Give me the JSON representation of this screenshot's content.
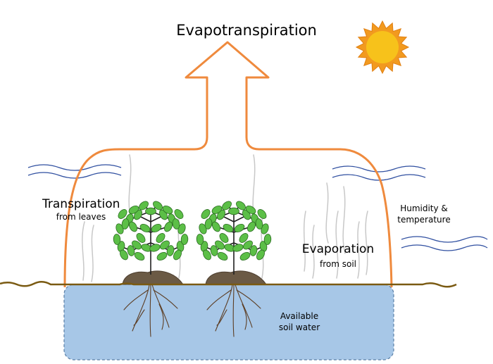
{
  "title": "Evapotranspiration",
  "transpiration": {
    "label": "Transpiration",
    "sublabel": "from leaves"
  },
  "evaporation": {
    "label": "Evaporation",
    "sublabel": "from soil"
  },
  "humidity": {
    "line1": "Humidity &",
    "line2": "temperature"
  },
  "soil_water": {
    "line1": "Available",
    "line2": "soil water"
  },
  "colors": {
    "arrow": "#ef8a3d",
    "water_fill": "#a7c7e7",
    "water_border": "#5a7fa6",
    "ground": "#7a5a12",
    "wind": "#2f4fa0",
    "vapor": "#c8c8c8",
    "leaf": "#5cbf47",
    "stem": "#1f1f1f",
    "mound": "#6b5a45",
    "root": "#5c3d23",
    "sun_ray": "#f29a1f",
    "sun_core": "#f7c21b"
  },
  "icons": [
    "sun-icon",
    "plant-icon",
    "wind-lines-icon",
    "vapor-lines-icon",
    "roots-icon"
  ]
}
